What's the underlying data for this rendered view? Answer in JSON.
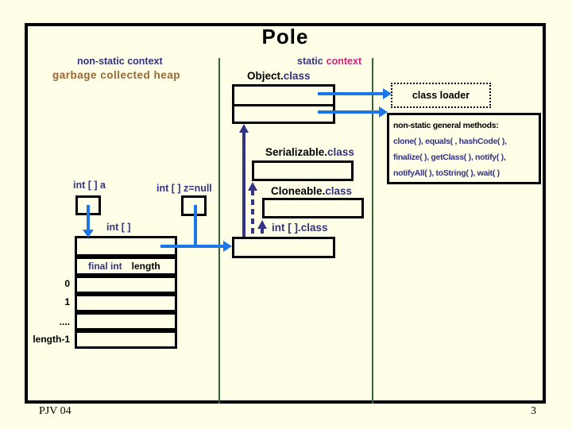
{
  "slide": {
    "title": "Pole",
    "footer_left": "PJV 04",
    "page_number": "3"
  },
  "regions": {
    "non_static_context": "non-static context",
    "static_context": {
      "static_word": "static",
      "context_word": "context"
    },
    "garbage_heap": "garbage collected heap"
  },
  "class_diagram": {
    "object_class": {
      "name": "Object.",
      "suffix": "class"
    },
    "class_loader_label": "class loader",
    "serializable": {
      "name": "Serializable.",
      "suffix": "class"
    },
    "cloneable": {
      "name": "Cloneable.",
      "suffix": "class"
    },
    "int_array_class_label": "int [ ].class"
  },
  "methods_box": {
    "title": "non-static general methods:",
    "lines": [
      "clone( ), equals( , hashCode( ),",
      "finalize( ), getClass( ), notify( ),",
      "notifyAll( ), toString( ), wait( )"
    ]
  },
  "heap_objects": {
    "int_a_label": "int [ ] a",
    "int_z_label": "int [ ] z=null",
    "int_array_label": "int [ ]",
    "final_int": "final int",
    "length_word": "length",
    "array_rows": [
      "0",
      "1",
      "....",
      "length-1"
    ]
  },
  "colors": {
    "background": "#FFFFE8",
    "navy_text": "#333380",
    "blue_arrow": "#1C76E8",
    "navy_arrow": "#333388",
    "magenta_text": "#CC2277",
    "brown_text": "#996633",
    "green_divider": "#336633"
  }
}
